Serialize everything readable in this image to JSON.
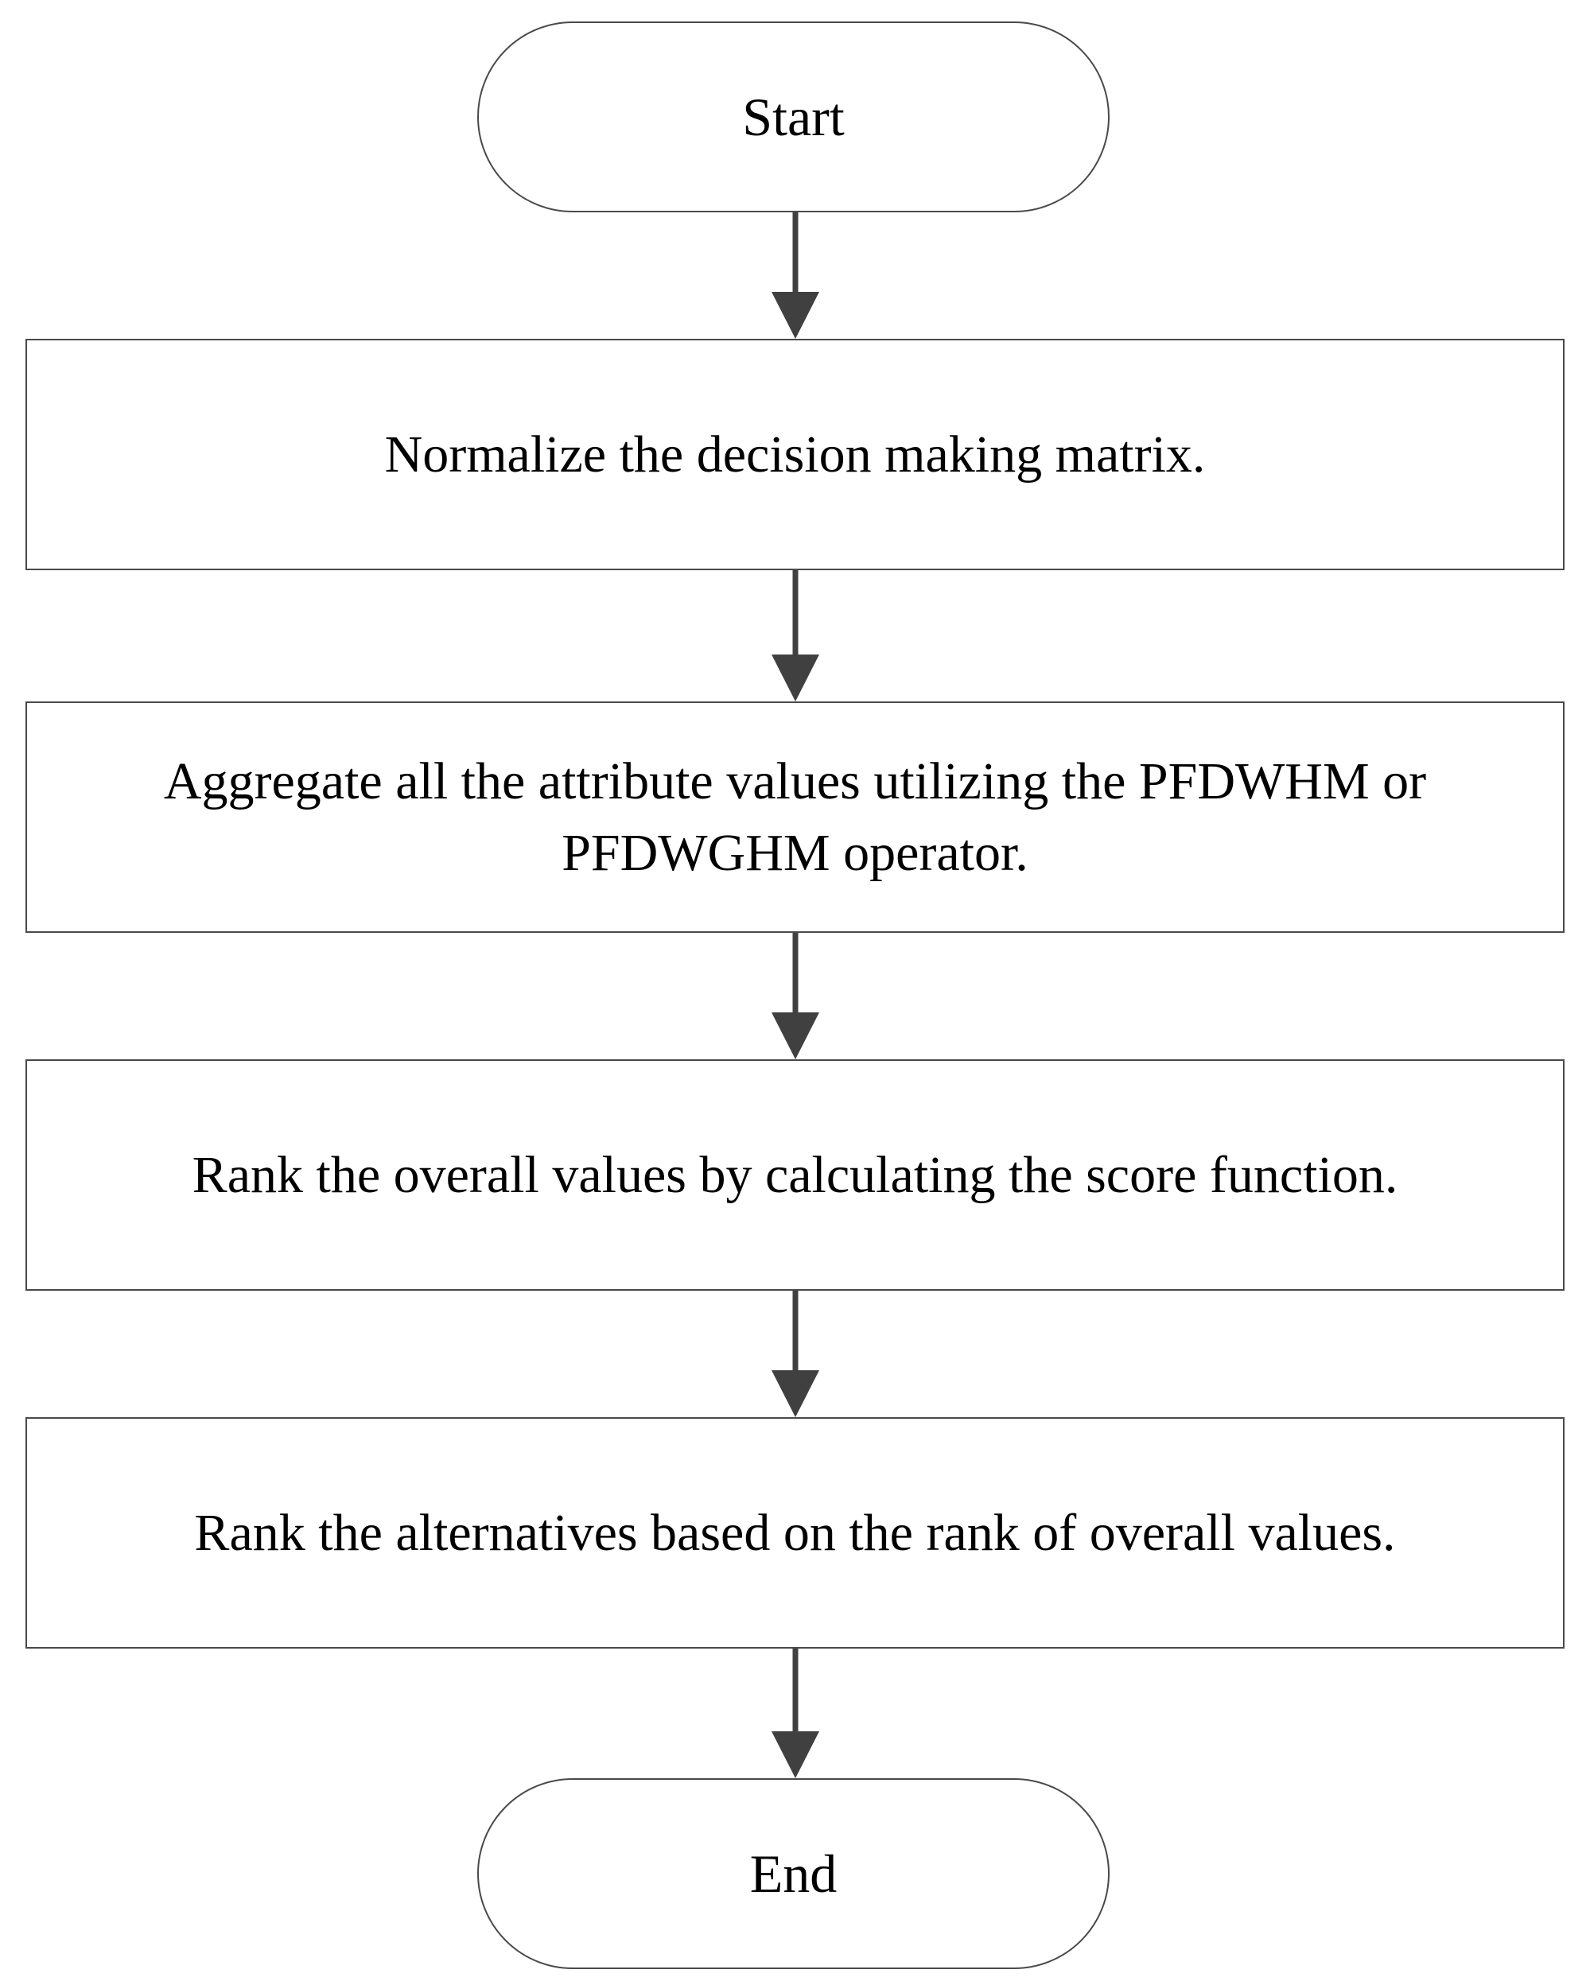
{
  "flowchart": {
    "start": "Start",
    "steps": [
      "Normalize the decision making matrix.",
      "Aggregate all the attribute values utilizing the PFDWHM or PFDWGHM operator.",
      "Rank the overall values by calculating the score function.",
      "Rank the alternatives based on the rank of overall values."
    ],
    "end": "End"
  },
  "colors": {
    "stroke": "#4a4a4a",
    "arrow": "#404040",
    "background": "#ffffff",
    "text": "#000000"
  }
}
